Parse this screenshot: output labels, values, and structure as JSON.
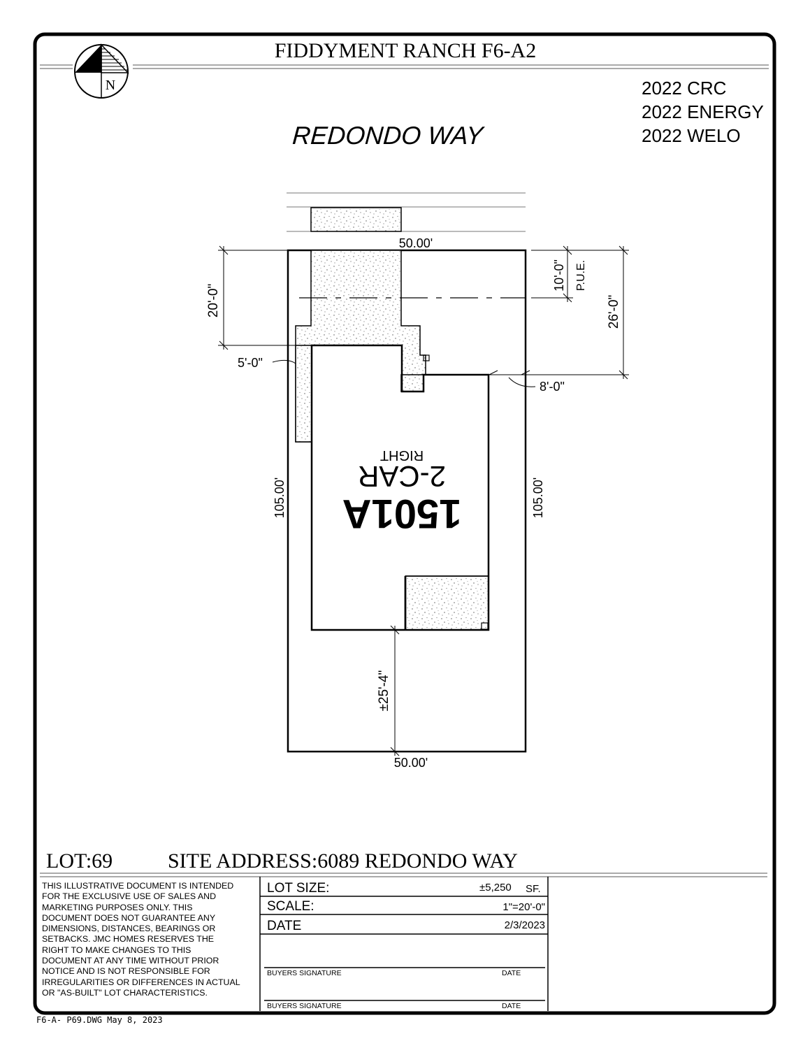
{
  "sheet": {
    "title": "FIDDYMENT RANCH  F6-A2",
    "north_label": "N",
    "codes": [
      "2022 CRC",
      "2022 ENERGY",
      "2022 WELO"
    ],
    "street_name": "REDONDO  WAY"
  },
  "plan": {
    "plan_number": "1501A",
    "garage": "2-CAR",
    "orientation": "RIGHT",
    "dims": {
      "top_frontage": "50.00'",
      "bottom_frontage": "50.00'",
      "left_depth": "105.00'",
      "right_depth": "105.00'",
      "front_setback": "20'-0\"",
      "side_setback": "5'-0\"",
      "pue": "10'-0\"",
      "pue_label": "P.U.E.",
      "front_setback_right": "26'-0\"",
      "side_setback_right": "8'-0\"",
      "rear_setback": "±25'-4\""
    }
  },
  "lot": {
    "lot_label": "LOT:69",
    "site_address": "SITE ADDRESS:6089  REDONDO  WAY"
  },
  "disclaimer": [
    "THIS ILLUSTRATIVE DOCUMENT IS INTENDED",
    "FOR THE EXCLUSIVE USE OF SALES AND",
    "MARKETING PURPOSES ONLY. THIS",
    "DOCUMENT DOES NOT GUARANTEE ANY",
    "DIMENSIONS, DISTANCES, BEARINGS OR",
    "SETBACKS. JMC HOMES RESERVES THE",
    "RIGHT TO MAKE CHANGES TO THIS",
    "DOCUMENT AT ANY TIME WITHOUT PRIOR",
    "NOTICE AND IS NOT RESPONSIBLE FOR",
    "IRREGULARITIES OR DIFFERENCES IN ACTUAL",
    "OR \"AS-BUILT\" LOT CHARACTERISTICS."
  ],
  "info_table": {
    "lot_size_label": "LOT  SIZE:",
    "lot_size_value": "±5,250",
    "lot_size_unit": "SF.",
    "scale_label": "SCALE:",
    "scale_value": "1\"=20'-0\"",
    "date_label": "DATE",
    "date_value": "2/3/2023",
    "buyers_signature_1": "BUYERS SIGNATURE",
    "date_1": "DATE",
    "buyers_signature_2": "BUYERS SIGNATURE",
    "date_2": "DATE"
  },
  "footer": {
    "file_stamp": "F6-A- P69.DWG May 8, 2023"
  }
}
